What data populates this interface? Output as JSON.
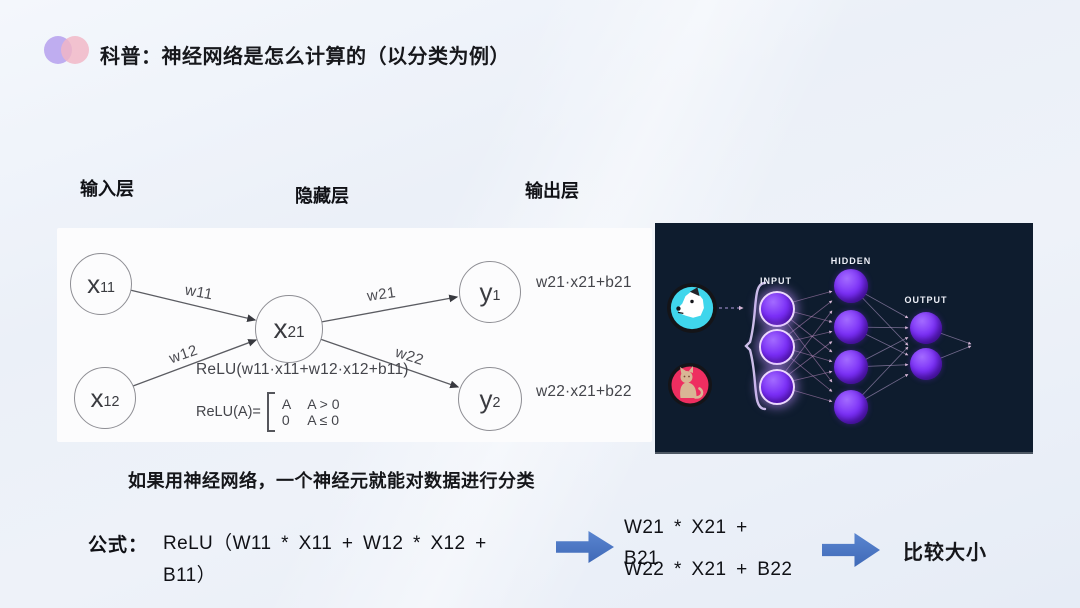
{
  "header": {
    "title": "科普：神经网络是怎么计算的（以分类为例）"
  },
  "layer_labels": {
    "input": "输入层",
    "hidden": "隐藏层",
    "output": "输出层"
  },
  "diagram": {
    "node_labels": {
      "x11": {
        "base": "x",
        "sub": "11"
      },
      "x12": {
        "base": "x",
        "sub": "12"
      },
      "x21": {
        "base": "x",
        "sub": "21"
      },
      "y1": {
        "base": "y",
        "sub": "1"
      },
      "y2": {
        "base": "y",
        "sub": "2"
      }
    },
    "weights": {
      "w11": "w11",
      "w12": "w12",
      "w21": "w21",
      "w22": "w22"
    },
    "hidden_formula": "ReLU(w11·x11+w12·x12+b11)",
    "relu_def": {
      "lhs": "ReLU(A)=",
      "rows": [
        {
          "value": "A",
          "cond": "A > 0"
        },
        {
          "value": "0",
          "cond": "A ≤ 0"
        }
      ]
    },
    "y1_formula": "w21·x21+b21",
    "y2_formula": "w22·x21+b22"
  },
  "nn_image": {
    "input_label": "INPUT",
    "hidden_label": "HIDDEN",
    "output_label": "OUTPUT",
    "icons": {
      "dog": "dog-avatar",
      "cat": "cat-avatar"
    },
    "colors": {
      "background": "#0e1c2e",
      "node_purple": "#7b2ff7",
      "node_ring": "#ecd8fd",
      "dog_circle": "#3fd6ec",
      "cat_circle": "#ee2e60"
    }
  },
  "caption": "如果用神经网络，一个神经元就能对数据进行分类",
  "formula_row": {
    "prefix": "公式：",
    "relu_line1": "ReLU（W11 * X11 + W12 * X12 +",
    "relu_line2": "B11）",
    "branch_line1": "W21 * X21 +",
    "branch_line2": "B21",
    "branch_line3": "W22 * X21 + B22",
    "result": "比较大小",
    "arrow_color": "#4472c4"
  }
}
